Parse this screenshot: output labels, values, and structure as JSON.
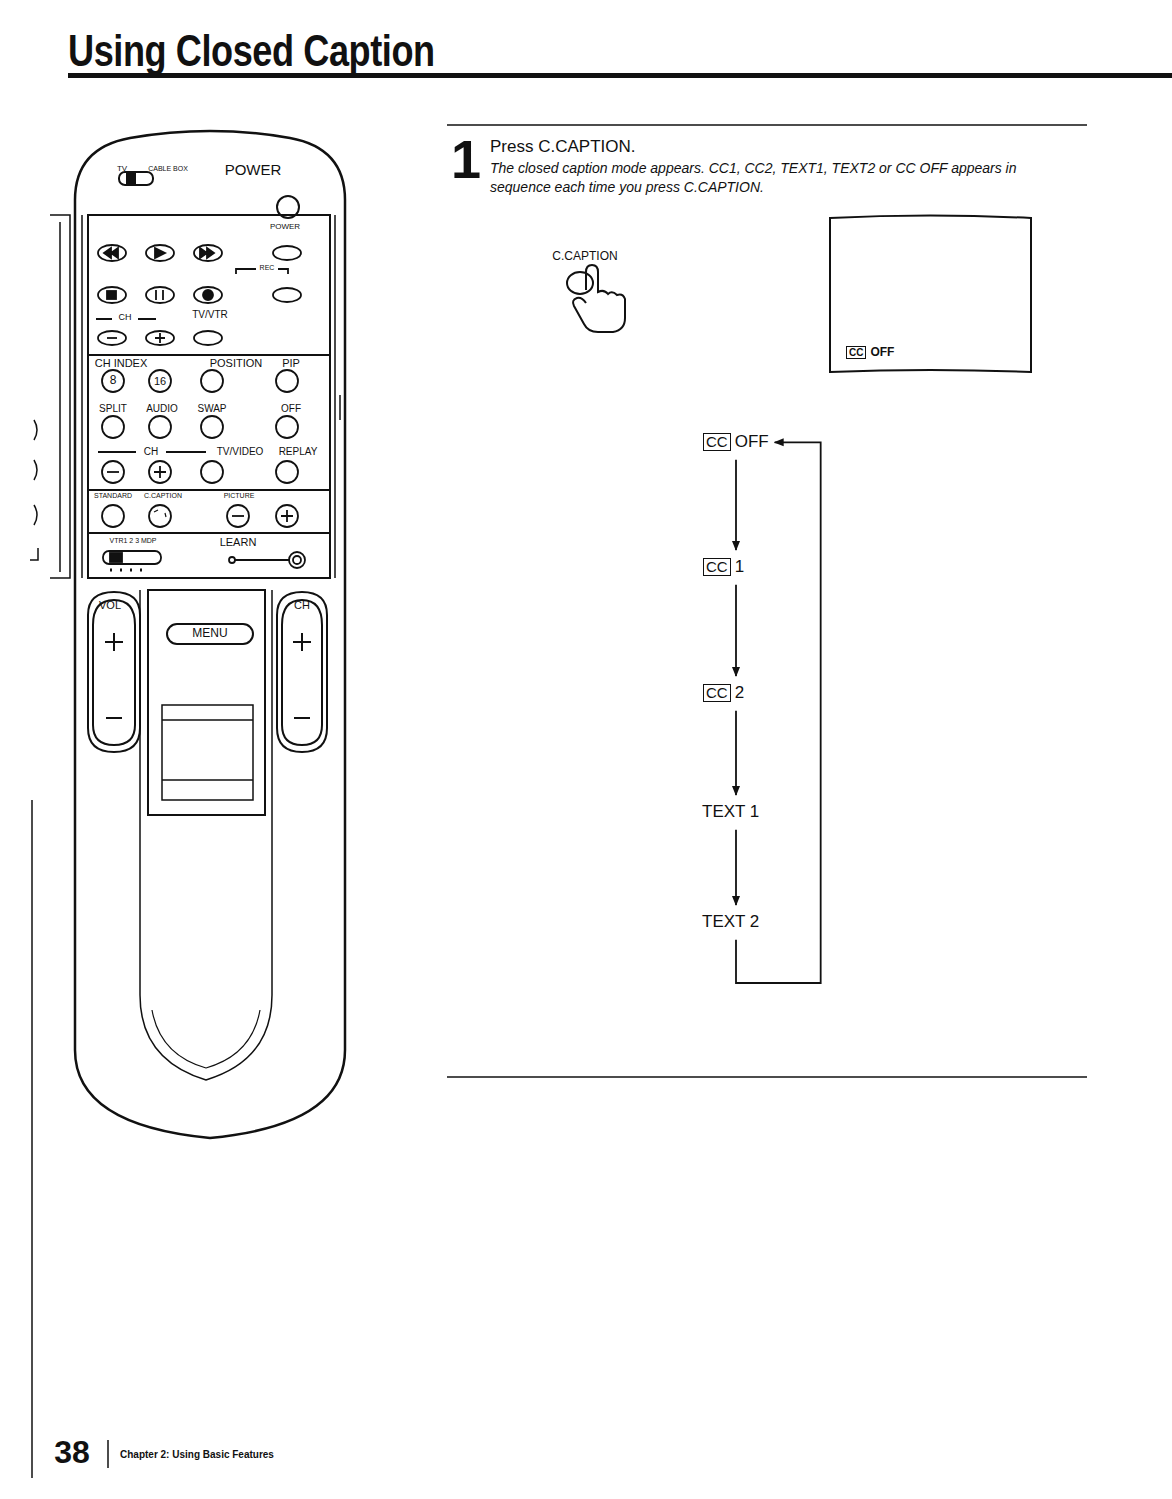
{
  "diagram": {
    "title": "Using Closed Caption",
    "nodes": [
      {
        "text": [
          "CC",
          "OFF"
        ]
      },
      {
        "text": [
          "CC",
          "OFF"
        ]
      },
      {
        "text": [
          "CC",
          "1"
        ]
      },
      {
        "text": [
          "CC",
          "2"
        ]
      },
      {
        "text": [
          "TEXT 1"
        ]
      },
      {
        "text": [
          "TEXT 2"
        ]
      }
    ],
    "edges": [
      {
        "from": 1,
        "to": 2,
        "arrow": "to"
      },
      {
        "from": 2,
        "to": 3,
        "arrow": "to"
      },
      {
        "from": 3,
        "to": 4,
        "arrow": "to"
      },
      {
        "from": 4,
        "to": 5,
        "arrow": "to"
      },
      {
        "from": 5,
        "to": 1,
        "arrow": "to"
      }
    ],
    "labels": [
      "TV",
      "CABLE BOX",
      "POWER",
      "POWER",
      "REC",
      "CH",
      "TV/VTR",
      "CH INDEX",
      "POSITION",
      "PIP",
      "8",
      "16",
      "SPLIT",
      "AUDIO",
      "SWAP",
      "OFF",
      "CH",
      "TV/VIDEO",
      "REPLAY",
      "STANDARD",
      "C.CAPTION",
      "PICTURE",
      "VTR1 2 3 MDP",
      "LEARN",
      "VOL",
      "CH",
      "MENU",
      "1",
      "Press C.CAPTION.",
      "The closed caption mode appears. CC1, CC2, TEXT1, TEXT2 or CC OFF appears in sequence each time you press C.CAPTION.",
      "C.CAPTION",
      "38",
      "Chapter 2: Using Basic Features"
    ]
  }
}
